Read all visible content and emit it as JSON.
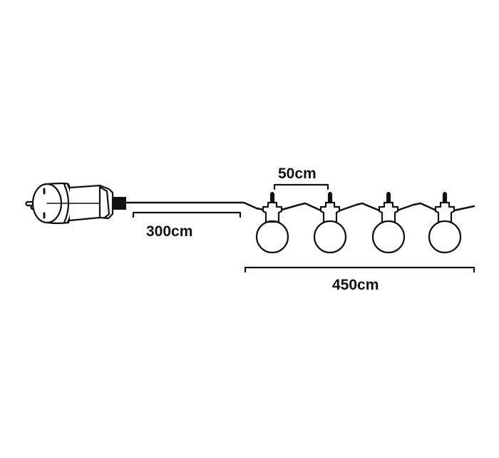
{
  "diagram": {
    "type": "product dimension drawing",
    "subject": "festoon string light with plug",
    "stroke_color": "#111111",
    "background": "#ffffff",
    "components": {
      "plug": "power-plug",
      "lead_cable": "lead-cable",
      "bulb_count": 4
    },
    "dimensions": {
      "lead_length": "300cm",
      "bulb_spacing": "50cm",
      "lit_length": "450cm"
    }
  }
}
